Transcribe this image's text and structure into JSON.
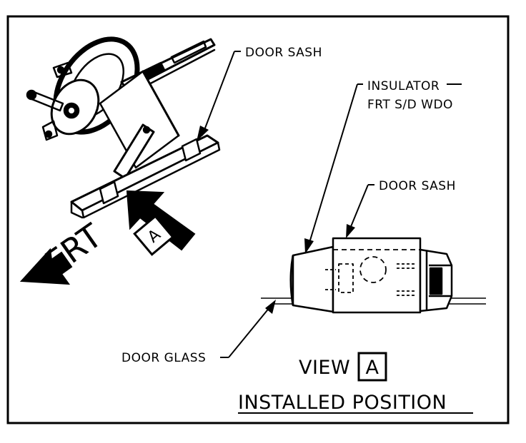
{
  "labels": {
    "door_sash_top": "DOOR SASH",
    "insulator_line1": "INSULATOR",
    "insulator_line2": "FRT S/D WDO",
    "door_sash_detail": "DOOR SASH",
    "door_glass": "DOOR GLASS",
    "frt": "FRT",
    "view_ref": "A",
    "view_title": "VIEW",
    "view_letter": "A",
    "installed_position": "INSTALLED POSITION"
  }
}
